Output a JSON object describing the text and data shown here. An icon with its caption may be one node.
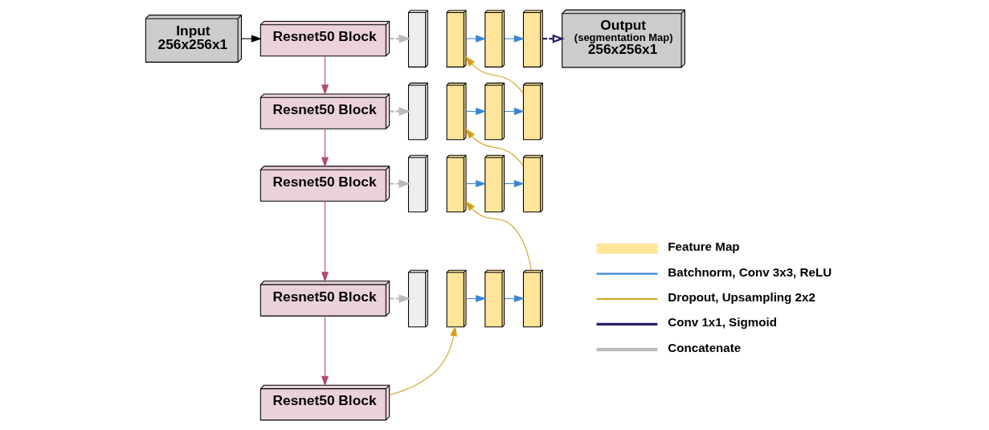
{
  "diagram": {
    "nodes": [
      {
        "text": [
          "Input",
          "256x256x1"
        ]
      },
      {
        "text": [
          "Resnet50 Block"
        ]
      },
      {
        "text": [
          "Resnet50 Block"
        ]
      },
      {
        "text": [
          "Resnet50 Block"
        ]
      },
      {
        "text": [
          "Resnet50 Block"
        ]
      },
      {
        "text": [
          "Resnet50 Block"
        ]
      },
      {
        "text": [],
        "shape": "box"
      },
      {
        "text": [],
        "shape": "box"
      },
      {
        "text": [],
        "shape": "box"
      },
      {
        "text": [],
        "shape": "box"
      },
      {
        "text": [],
        "shape": "box"
      },
      {
        "text": [],
        "shape": "box"
      },
      {
        "text": [],
        "shape": "box"
      },
      {
        "text": [],
        "shape": "box"
      },
      {
        "text": [],
        "shape": "box"
      },
      {
        "text": [],
        "shape": "box"
      },
      {
        "text": [],
        "shape": "box"
      },
      {
        "text": [],
        "shape": "box"
      },
      {
        "text": [],
        "shape": "box"
      },
      {
        "text": [],
        "shape": "box"
      },
      {
        "text": [],
        "shape": "box"
      },
      {
        "text": [],
        "shape": "box"
      },
      {
        "text": [
          "Output",
          "(segmentation Map)",
          "256x256x1"
        ]
      }
    ],
    "edges": [
      {
        "from": 0,
        "to": 1,
        "arrow": "to",
        "color": "#000000"
      },
      {
        "from": 1,
        "to": 2,
        "arrow": "to",
        "color": "#b04a76"
      },
      {
        "from": 2,
        "to": 3,
        "arrow": "to",
        "color": "#b04a76"
      },
      {
        "from": 3,
        "to": 4,
        "arrow": "to",
        "color": "#b04a76"
      },
      {
        "from": 4,
        "to": 5,
        "arrow": "to",
        "color": "#b04a76"
      },
      {
        "from": 1,
        "to": 18,
        "arrow": "to",
        "style": "dashed",
        "color": "#bbbbbb"
      },
      {
        "from": 2,
        "to": 14,
        "arrow": "to",
        "style": "dashed",
        "color": "#bbbbbb"
      },
      {
        "from": 3,
        "to": 10,
        "arrow": "to",
        "style": "dashed",
        "color": "#bbbbbb"
      },
      {
        "from": 4,
        "to": 6,
        "arrow": "to",
        "style": "dashed",
        "color": "#bbbbbb"
      },
      {
        "from": 5,
        "to": 7,
        "arrow": "to",
        "color": "#d4a017"
      },
      {
        "from": 7,
        "to": 8,
        "arrow": "to",
        "color": "#3a86d0"
      },
      {
        "from": 8,
        "to": 9,
        "arrow": "to",
        "color": "#3a86d0"
      },
      {
        "from": 9,
        "to": 11,
        "arrow": "to",
        "color": "#d4a017"
      },
      {
        "from": 11,
        "to": 12,
        "arrow": "to",
        "color": "#3a86d0"
      },
      {
        "from": 12,
        "to": 13,
        "arrow": "to",
        "color": "#3a86d0"
      },
      {
        "from": 13,
        "to": 15,
        "arrow": "to",
        "color": "#d4a017"
      },
      {
        "from": 15,
        "to": 16,
        "arrow": "to",
        "color": "#3a86d0"
      },
      {
        "from": 16,
        "to": 17,
        "arrow": "to",
        "color": "#3a86d0"
      },
      {
        "from": 17,
        "to": 19,
        "arrow": "to",
        "color": "#d4a017"
      },
      {
        "from": 19,
        "to": 20,
        "arrow": "to",
        "color": "#3a86d0"
      },
      {
        "from": 20,
        "to": 21,
        "arrow": "to",
        "color": "#3a86d0"
      },
      {
        "from": 21,
        "to": 22,
        "arrow": "to",
        "style": "dashed",
        "color": "#2e1a6e"
      }
    ],
    "legend": [
      {
        "text": "Feature Map"
      },
      {
        "text": "Batchnorm, Conv 3x3, ReLU"
      },
      {
        "text": "Dropout, Upsampling 2x2"
      },
      {
        "text": "Conv 1x1, Sigmoid"
      },
      {
        "text": "Concatenate"
      }
    ]
  }
}
